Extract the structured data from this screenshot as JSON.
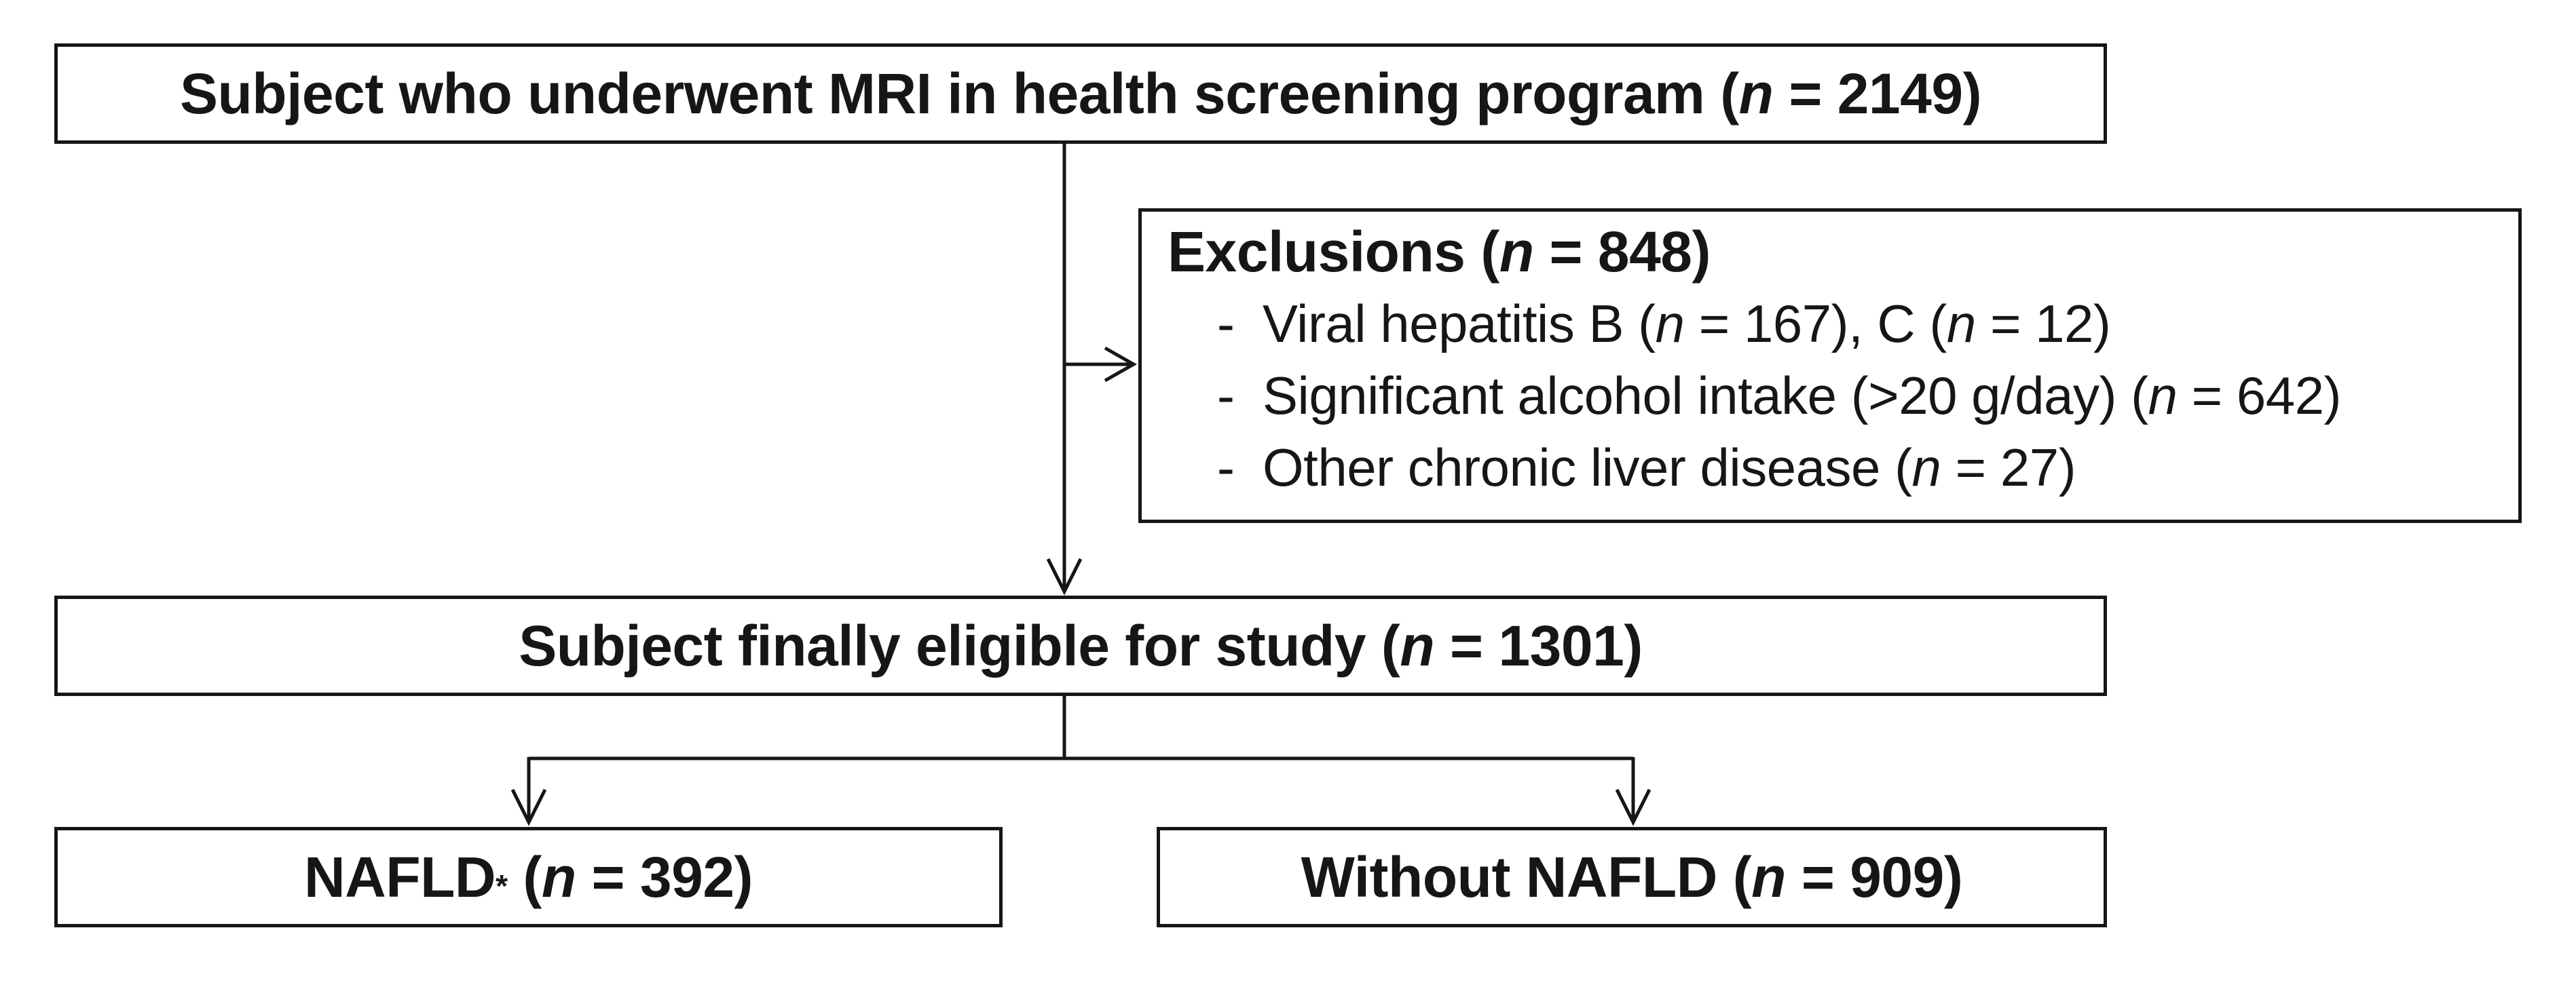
{
  "figure": {
    "type": "study-flow-diagram",
    "colors": {
      "ink": "#161616",
      "background": "#ffffff"
    },
    "boxes": {
      "screened": {
        "pre": "Subject who underwent MRI in health screening program (",
        "n": "n",
        "post": " = 2149)"
      },
      "exclusions": {
        "title": {
          "pre": "Exclusions (",
          "n": "n",
          "post": " = 848)"
        },
        "items": [
          {
            "bullet": "-",
            "pre": "Viral hepatitis B (",
            "n1": "n",
            "mid": " = 167), C (",
            "n2": "n",
            "post": " = 12)"
          },
          {
            "bullet": "-",
            "pre": "Significant alcohol intake (>20 g/day) (",
            "n1": "n",
            "post": " = 642)"
          },
          {
            "bullet": "-",
            "pre": "Other chronic liver disease (",
            "n1": "n",
            "post": " = 27)"
          }
        ]
      },
      "eligible": {
        "pre": "Subject finally eligible for study (",
        "n": "n",
        "post": " = 1301)"
      },
      "nafld": {
        "label": "NAFLD",
        "superscript": "*",
        "mid": " (",
        "n": "n",
        "post": " = 392)"
      },
      "without_nafld": {
        "pre": "Without NAFLD (",
        "n": "n",
        "post": " = 909)"
      }
    },
    "edges": [
      {
        "from": "screened",
        "to": "eligible",
        "style": "arrow-down"
      },
      {
        "from": "screened-to-eligible-line",
        "to": "exclusions",
        "style": "arrow-right"
      },
      {
        "from": "eligible",
        "to": "nafld",
        "style": "arrow-down"
      },
      {
        "from": "eligible",
        "to": "without_nafld",
        "style": "arrow-down"
      }
    ]
  }
}
